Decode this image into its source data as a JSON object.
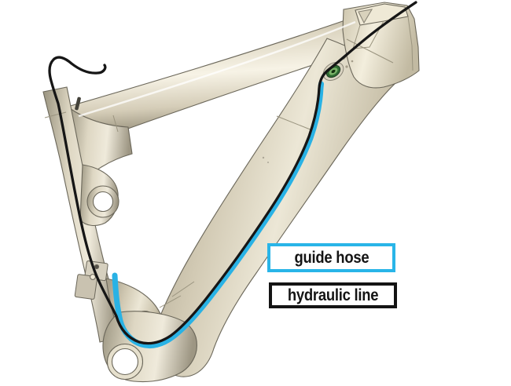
{
  "page": {
    "background_color": "#ffffff",
    "description": "CAD rendering of a bicycle frame front triangle showing internal routing of a guide hose and a hydraulic brake line"
  },
  "legend": {
    "items": [
      {
        "id": "guide-hose",
        "label": "guide hose",
        "border_color": "#29b5e8",
        "line_color": "#29b2e5"
      },
      {
        "id": "hydraulic-line",
        "label": "hydraulic line",
        "border_color": "#141414",
        "line_color": "#161616"
      }
    ]
  },
  "illustration": {
    "frame_base_color": "#cfc8b3",
    "frame_outline_color": "#6b675a",
    "grommet_outer_color": "#2f6b33",
    "grommet_inner_color": "#79b368",
    "parts": [
      "seat-tube",
      "top-tube",
      "head-tube",
      "down-tube",
      "bottom-bracket-shell",
      "pivot-hole",
      "cable-port-grommet",
      "seatpost-clamp-slot",
      "derailleur-mount-bracket"
    ]
  }
}
